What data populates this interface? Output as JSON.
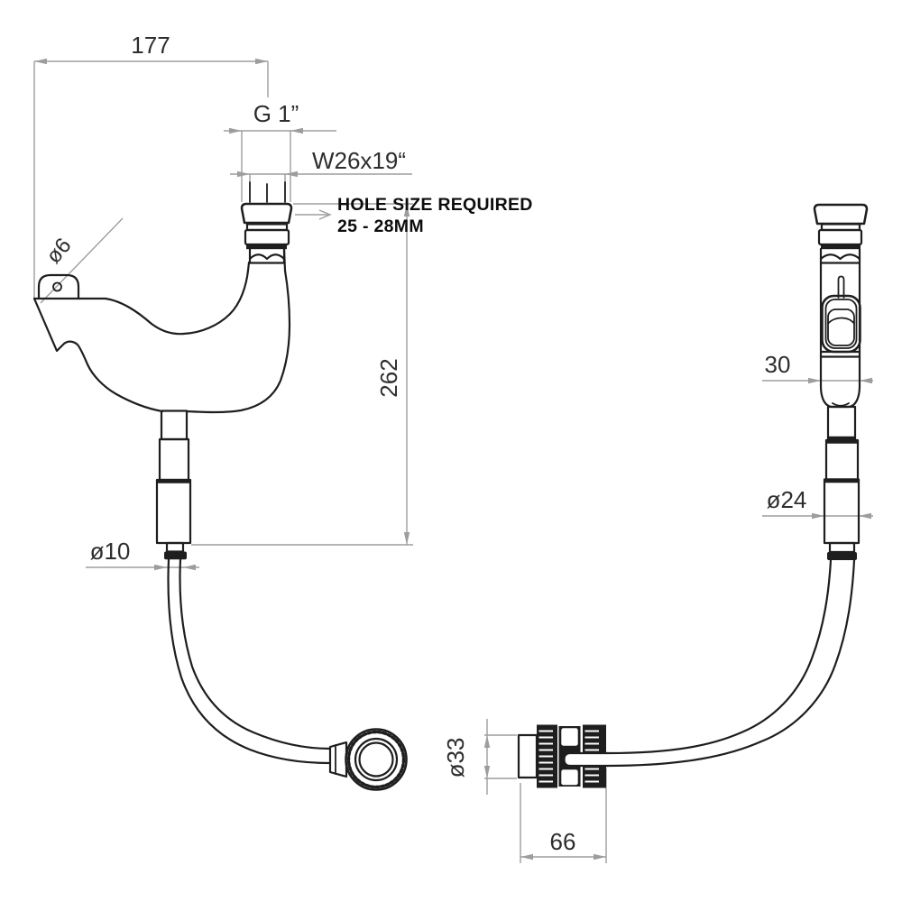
{
  "labels": {
    "dim_177": "177",
    "thread_g1": "G 1”",
    "thread_w26": "W26x19“",
    "hole_size_line1": "HOLE SIZE REQUIRED",
    "hole_size_line2": "25 - 28MM",
    "dim_262": "262",
    "dim_d6": "ø6",
    "dim_d10": "ø10",
    "dim_30": "30",
    "dim_d24": "ø24",
    "dim_d33": "ø33",
    "dim_66": "66"
  },
  "colors": {
    "background": "#ffffff",
    "outline": "#1e1e1e",
    "dimension": "#9d9d9d",
    "label_text": "#2e2e2e",
    "note_text": "#0d0d0d"
  }
}
